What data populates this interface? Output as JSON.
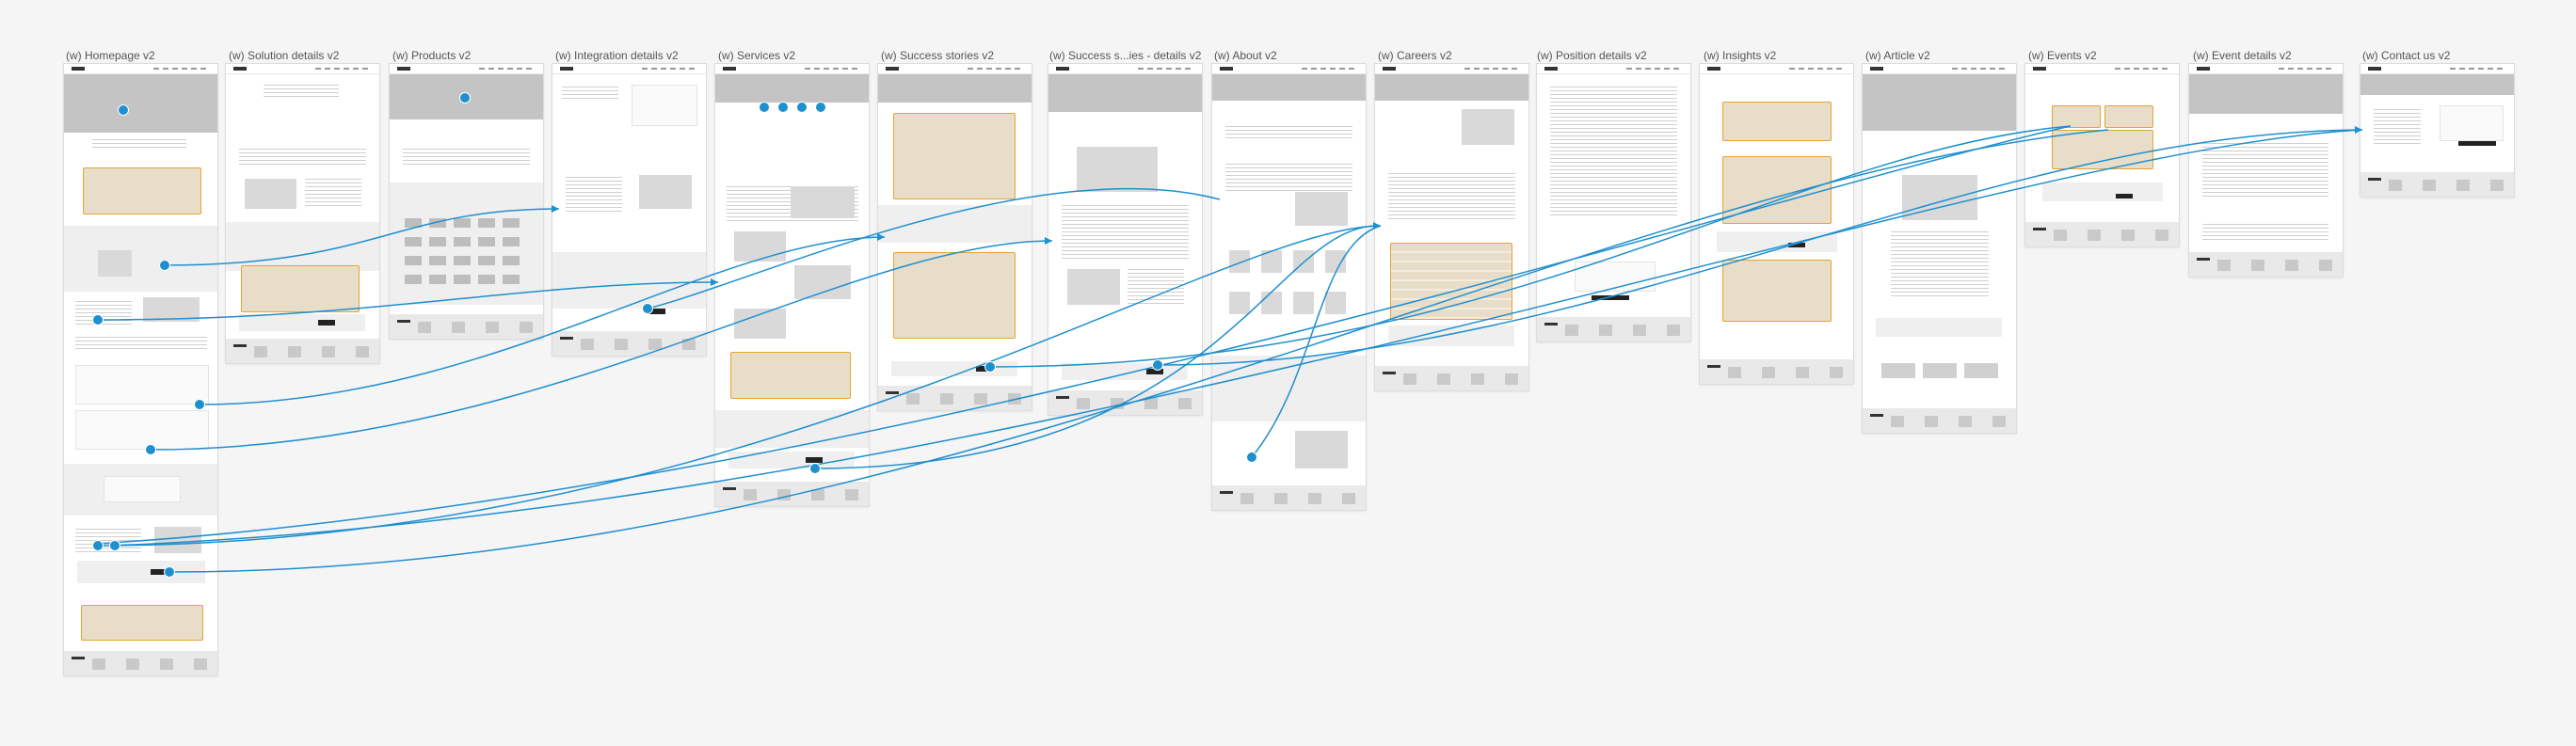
{
  "diagram": {
    "frames": [
      {
        "id": "homepage",
        "title": "(w) Homepage v2"
      },
      {
        "id": "solution",
        "title": "(w) Solution details v2"
      },
      {
        "id": "products",
        "title": "(w) Products v2"
      },
      {
        "id": "integration",
        "title": "(w) Integration details v2"
      },
      {
        "id": "services",
        "title": "(w) Services v2"
      },
      {
        "id": "success",
        "title": "(w) Success stories v2"
      },
      {
        "id": "successdetails",
        "title": "(w) Success s...ies - details v2"
      },
      {
        "id": "about",
        "title": "(w) About v2"
      },
      {
        "id": "careers",
        "title": "(w) Careers v2"
      },
      {
        "id": "position",
        "title": "(w) Position details v2"
      },
      {
        "id": "insights",
        "title": "(w) Insights v2"
      },
      {
        "id": "article",
        "title": "(w) Article v2"
      },
      {
        "id": "events",
        "title": "(w) Events v2"
      },
      {
        "id": "eventdetails",
        "title": "(w) Event details v2"
      },
      {
        "id": "contact",
        "title": "(w) Contact us v2"
      }
    ],
    "colors": {
      "background": "#f5f5f5",
      "frame": "#ffffff",
      "hero_gray": "#c4c4c4",
      "highlight_fill": "#e8ddc9",
      "highlight_border": "#e6a430",
      "connector": "#1e8fcf"
    }
  }
}
